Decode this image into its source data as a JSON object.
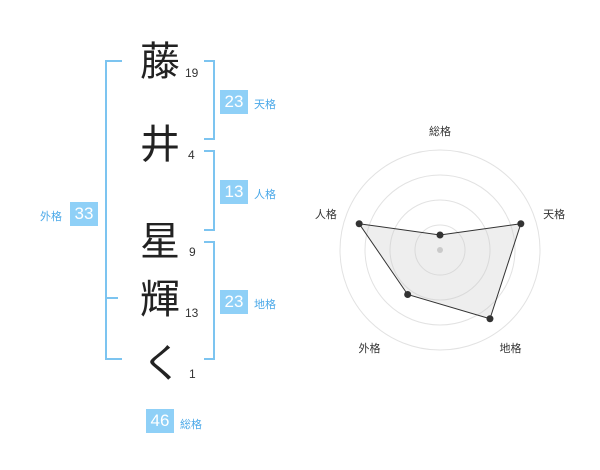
{
  "colors": {
    "accent": "#8fd0f7",
    "label": "#4aa8e8",
    "bracket": "#7cc4f0"
  },
  "name_chars": [
    {
      "char": "藤",
      "strokes": "19"
    },
    {
      "char": "井",
      "strokes": "4"
    },
    {
      "char": "星",
      "strokes": "9"
    },
    {
      "char": "輝",
      "strokes": "13"
    },
    {
      "char": "く",
      "strokes": "1"
    }
  ],
  "fortune": {
    "tenkaku": {
      "value": "23",
      "label": "天格"
    },
    "jinkaku": {
      "value": "13",
      "label": "人格"
    },
    "chikaku": {
      "value": "23",
      "label": "地格"
    },
    "gaikaku": {
      "value": "33",
      "label": "外格"
    },
    "soukaku": {
      "value": "46",
      "label": "総格"
    }
  },
  "chart_data": {
    "type": "radar",
    "axes": [
      "総格",
      "天格",
      "地格",
      "外格",
      "人格"
    ],
    "values": [
      0.15,
      0.85,
      0.85,
      0.55,
      0.85
    ],
    "rings": 4,
    "max": 1
  }
}
